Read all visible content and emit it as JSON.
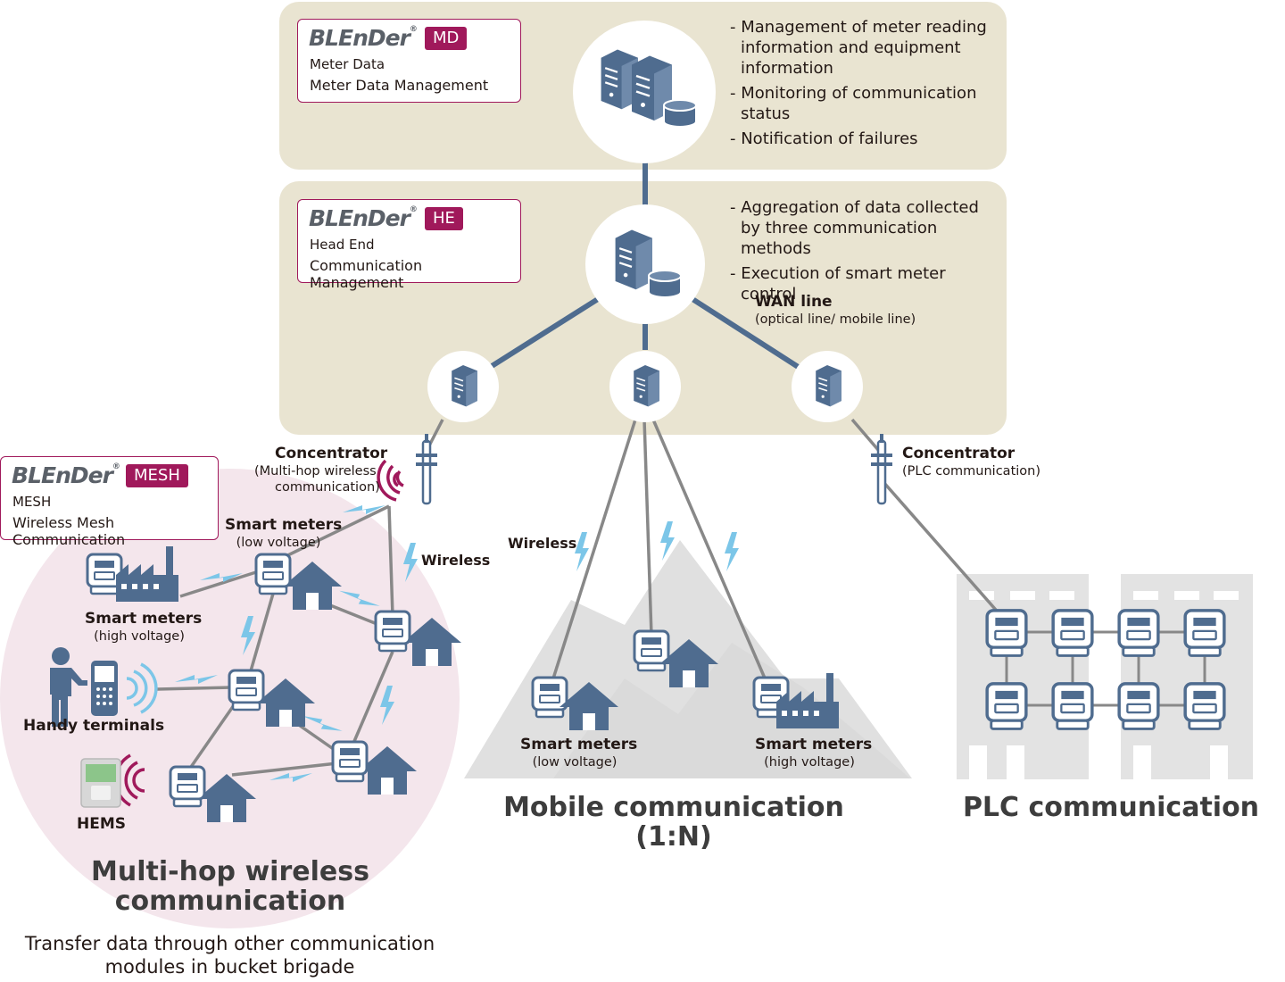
{
  "md": {
    "brand": "BLEnDer",
    "tag": "MD",
    "line1": "Meter Data",
    "line2": "Meter Data Management",
    "bullets": [
      "Management of meter reading information and equipment information",
      "Monitoring of communication status",
      "Notification of failures"
    ]
  },
  "he": {
    "brand": "BLEnDer",
    "tag": "HE",
    "line1": "Head End",
    "line2": "Communication Management",
    "bullets": [
      "Aggregation of data collected by three communication methods",
      "Execution of smart meter control"
    ]
  },
  "mesh": {
    "brand": "BLEnDer",
    "tag": "MESH",
    "line1": "MESH",
    "line2": "Wireless Mesh Communication"
  },
  "wan": {
    "title": "WAN line",
    "sub": "(optical line/ mobile line)"
  },
  "concentrator_mesh": {
    "title": "Concentrator",
    "sub1": "(Multi-hop wireless",
    "sub2": "communication)"
  },
  "concentrator_plc": {
    "title": "Concentrator",
    "sub": "(PLC communication)"
  },
  "labels": {
    "wireless_mesh": "Wireless",
    "wireless_mobile": "Wireless",
    "sm_low_mesh": "Smart meters",
    "sm_low_mesh_sub": "(low voltage)",
    "sm_high_mesh": "Smart meters",
    "sm_high_mesh_sub": "(high voltage)",
    "handy": "Handy terminals",
    "hems": "HEMS",
    "sm_low_mobile": "Smart meters",
    "sm_low_mobile_sub": "(low voltage)",
    "sm_high_mobile": "Smart meters",
    "sm_high_mobile_sub": "(high voltage)"
  },
  "sections": {
    "mesh_title_1": "Multi-hop wireless",
    "mesh_title_2": "communication",
    "mesh_desc_1": "Transfer data through other communication",
    "mesh_desc_2": "modules in bucket brigade",
    "mobile_title_1": "Mobile communication",
    "mobile_title_2": "(1:N)",
    "plc_title": "PLC communication"
  },
  "colors": {
    "accent": "#a0195b",
    "band": "#e9e4d1",
    "device": "#4f6c8f",
    "line": "#888888",
    "wireless": "#7cc6e8"
  }
}
